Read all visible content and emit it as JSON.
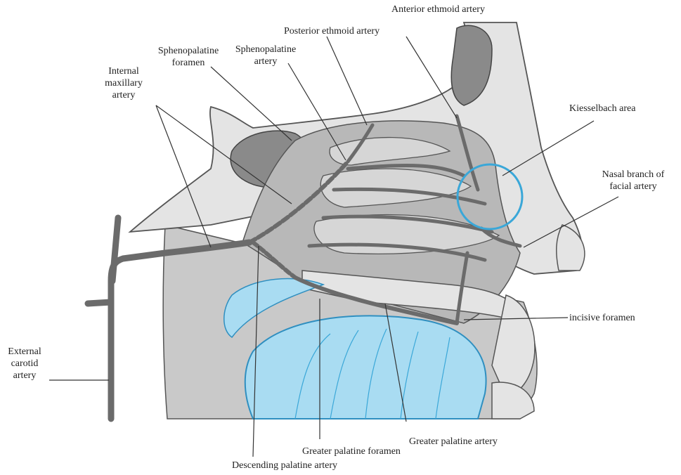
{
  "labels": {
    "anterior_ethmoid": "Anterior ethmoid artery",
    "posterior_ethmoid": "Posterior ethmoid artery",
    "sphenopalatine_foramen": "Sphenopalatine\nforamen",
    "sphenopalatine_artery": "Sphenopalatine\nartery",
    "internal_maxillary": "Internal\nmaxillary\nartery",
    "kiesselbach": "Kiesselbach area",
    "nasal_branch_facial": "Nasal branch of\nfacial artery",
    "incisive_foramen": "incisive foramen",
    "external_carotid": "External\ncarotid\nartery",
    "greater_palatine_artery": "Greater palatine artery",
    "greater_palatine_foramen": "Greater palatine foramen",
    "descending_palatine": "Descending palatine artery"
  },
  "colors": {
    "artery": "#6b6b6b",
    "bone": "#e4e4e4",
    "sinus": "#8a8a8a",
    "mucosa": "#b8b8b8",
    "tongue": "#a9dcf2",
    "highlight_circle": "#3aa7d8",
    "leader": "#333333"
  }
}
